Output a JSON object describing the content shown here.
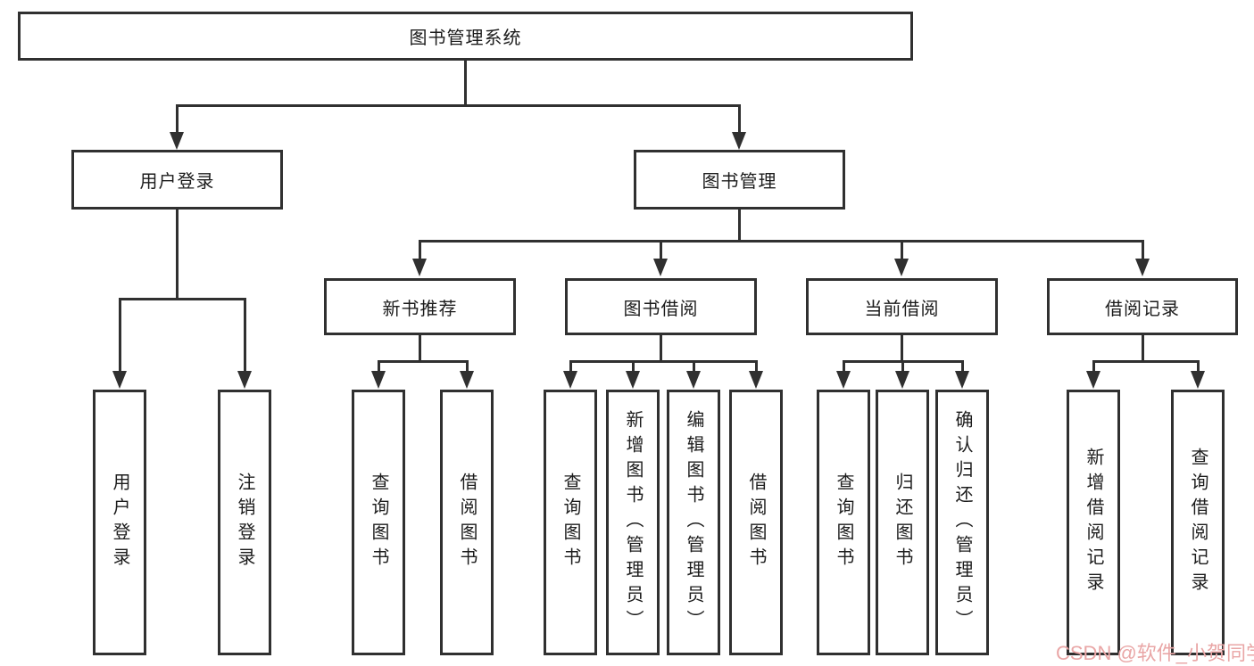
{
  "tree": {
    "root": "图书管理系统",
    "level2": [
      "用户登录",
      "图书管理"
    ],
    "level3": [
      "新书推荐",
      "图书借阅",
      "当前借阅",
      "借阅记录"
    ],
    "leaves": {
      "user_login": [
        "用户登录",
        "注销登录"
      ],
      "new_book": [
        "查询图书",
        "借阅图书"
      ],
      "book_borrow": [
        "查询图书",
        "新增图书（管理员）",
        "编辑图书（管理员）",
        "借阅图书"
      ],
      "current_borrow": [
        "查询图书",
        "归还图书",
        "确认归还（管理员）"
      ],
      "records": [
        "新增借阅记录",
        "查询借阅记录"
      ]
    }
  },
  "watermark": "CSDN @软件_小贺同学",
  "colors": {
    "line": "#303030",
    "text": "#1c1c1c",
    "watermark": "#e9a6a6",
    "background": "#ffffff"
  }
}
